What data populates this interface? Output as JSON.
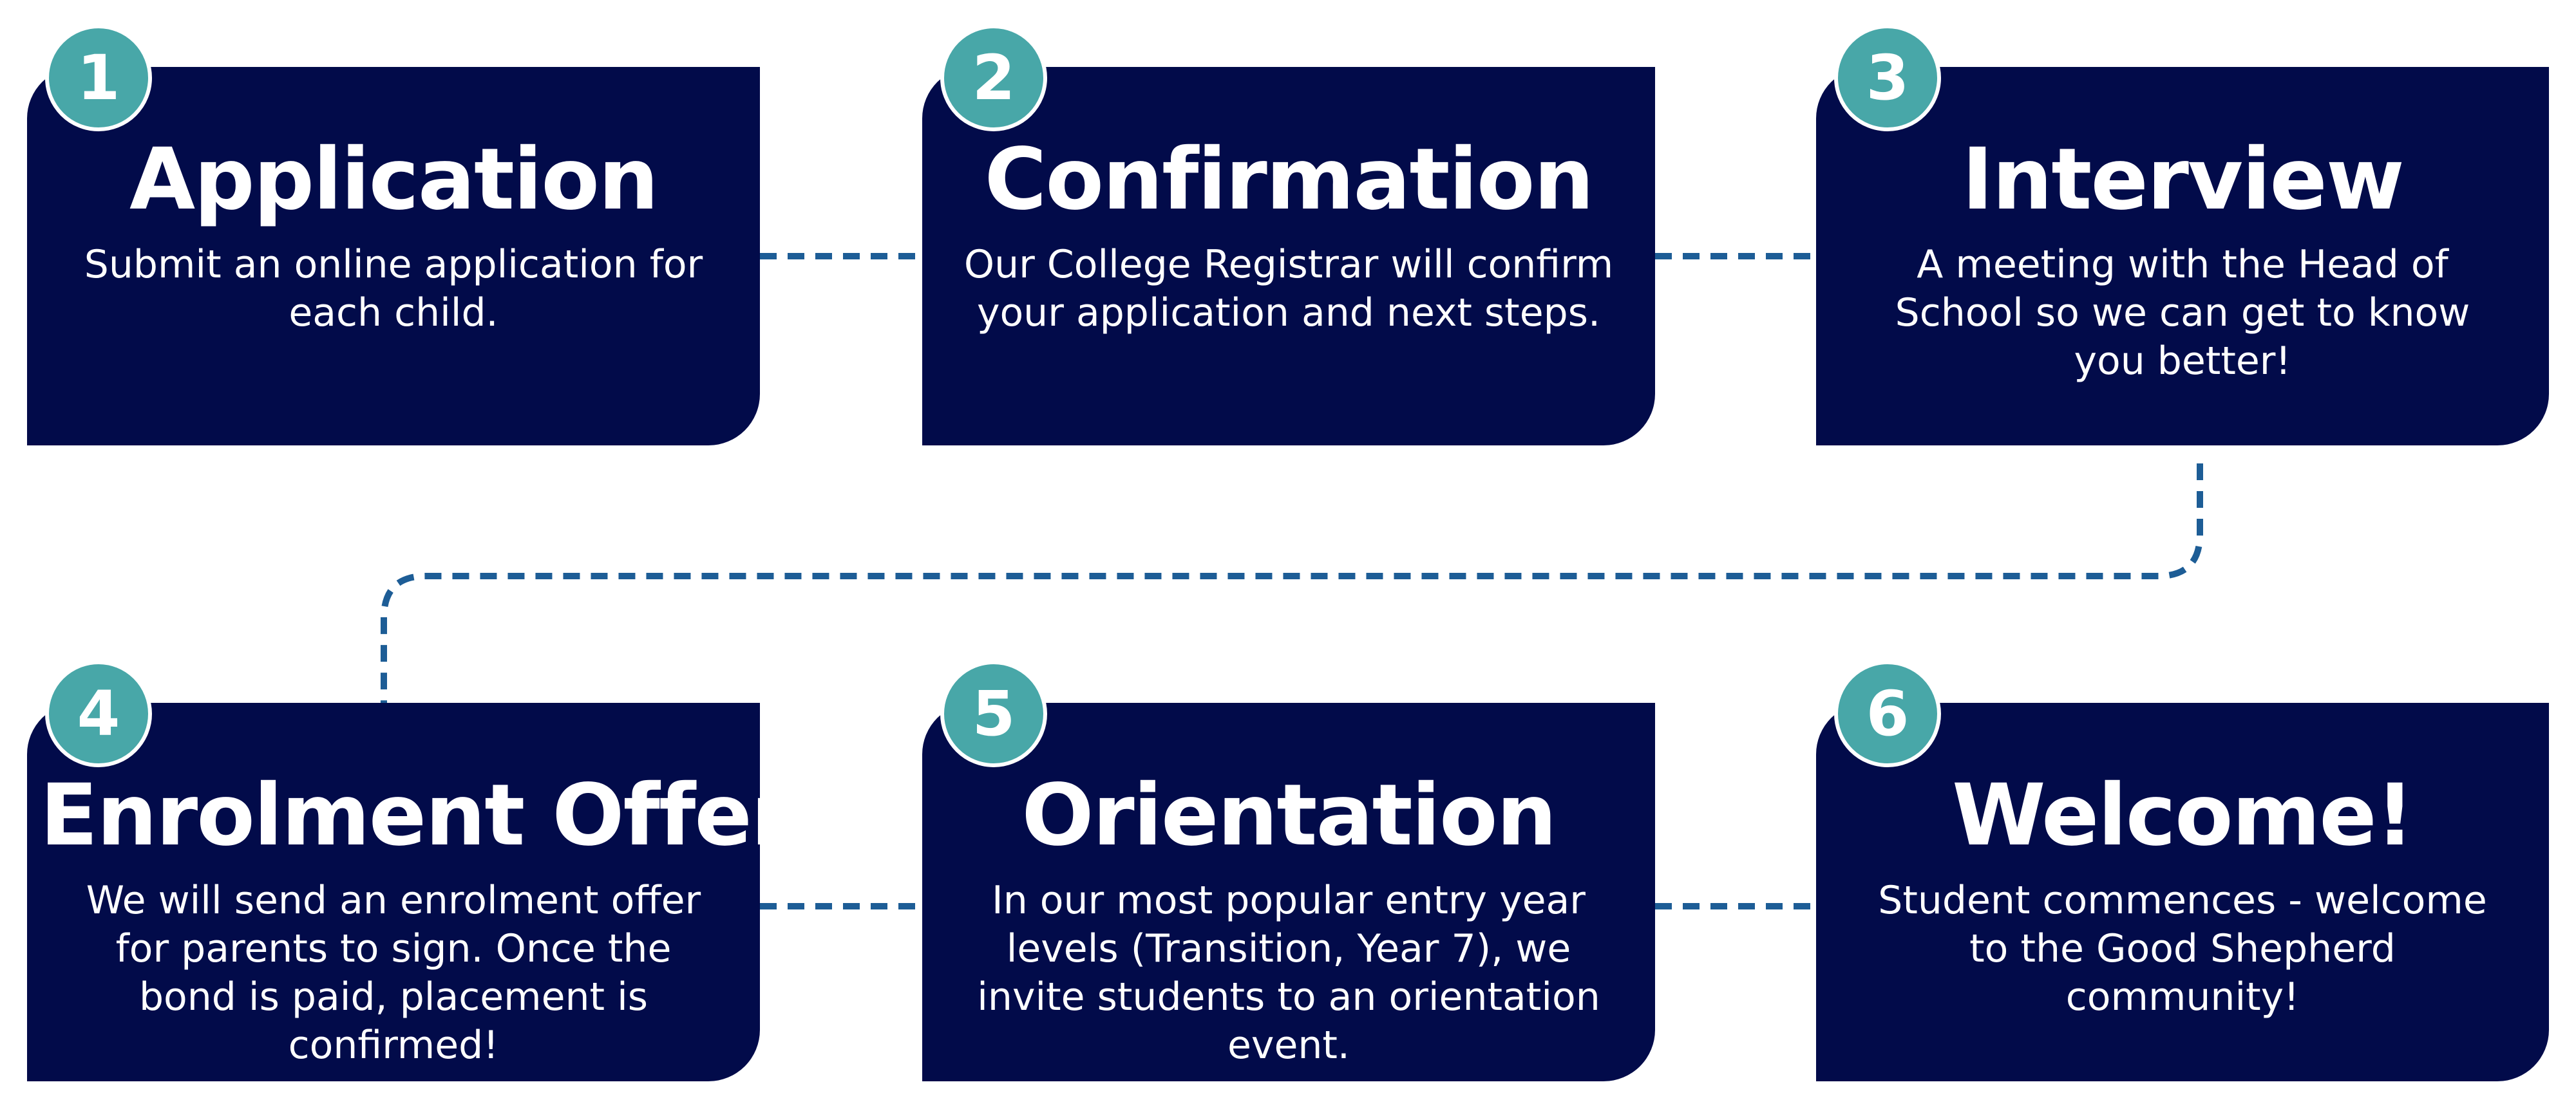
{
  "colors": {
    "card_background": "#020b4a",
    "badge_background": "#48a7a8",
    "connector": "#1d5d96",
    "text": "#ffffff"
  },
  "steps": [
    {
      "number": "1",
      "title": "Application",
      "description": "Submit an online application for each child."
    },
    {
      "number": "2",
      "title": "Confirmation",
      "description": "Our College Registrar will confirm your application and next steps."
    },
    {
      "number": "3",
      "title": "Interview",
      "description": "A meeting with the Head of School so we can get to know you better!"
    },
    {
      "number": "4",
      "title": "Enrolment Offer",
      "description": "We will send an enrolment offer for parents to sign. Once the bond is paid, placement is confirmed!"
    },
    {
      "number": "5",
      "title": "Orientation",
      "description": "In our most popular entry year levels (Transition, Year 7), we invite students to an orientation event."
    },
    {
      "number": "6",
      "title": "Welcome!",
      "description": "Student commences - welcome to the Good Shepherd community!"
    }
  ]
}
